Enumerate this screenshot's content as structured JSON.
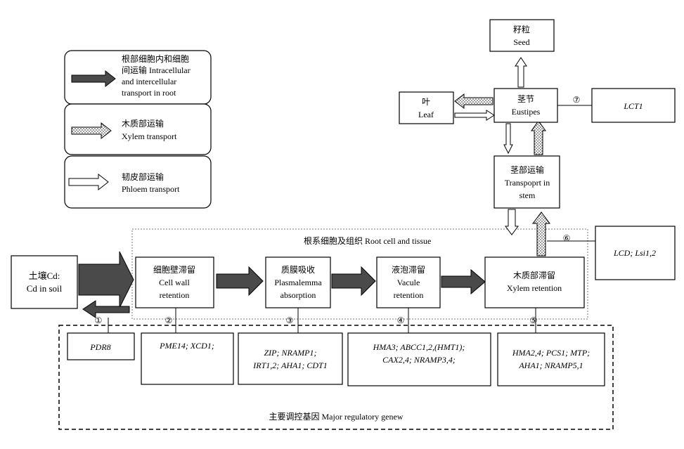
{
  "legend": {
    "intracellular": {
      "line1": "根部细胞内和细胞",
      "line2": "间运输 Intracellular",
      "line3": "and intercellular",
      "line4": "transport in root"
    },
    "xylem": {
      "line1": "木质部运输",
      "line2": "Xylem transport"
    },
    "phloem": {
      "line1": "韧皮部运输",
      "line2": "Phloem transport"
    }
  },
  "soil": {
    "line1": "土壤Cd:",
    "line2": "Cd in soil"
  },
  "root_region_label": "根系细胞及组织 Root cell and tissue",
  "stages": {
    "cell_wall": {
      "line1": "细胞壁滞留",
      "line2": "Cell wall",
      "line3": "retention"
    },
    "plasmalemma": {
      "line1": "质膜吸收",
      "line2": "Plasmalemma",
      "line3": "absorption"
    },
    "vacuole": {
      "line1": "液泡滞留",
      "line2": "Vacule",
      "line3": "retention"
    },
    "xylem_retention": {
      "line1": "木质部滞留",
      "line2": "Xylem retention"
    }
  },
  "upper": {
    "seed": {
      "line1": "籽粒",
      "line2": "Seed"
    },
    "leaf": {
      "line1": "叶",
      "line2": "Leaf"
    },
    "node": {
      "line1": "茎节",
      "line2": "Eustipes"
    },
    "stem": {
      "line1": "茎部运输",
      "line2": "Transpoprt in",
      "line3": "stem"
    }
  },
  "markers": [
    "①",
    "②",
    "③",
    "④",
    "⑤",
    "⑥",
    "⑦"
  ],
  "genes": {
    "g1": {
      "line1": "PDR8"
    },
    "g2": {
      "line1": "PME14; XCD1;"
    },
    "g3": {
      "line1": "ZIP; NRAMP1;",
      "line2": "IRT1,2; AHA1; CDT1"
    },
    "g4": {
      "line1": "HMA3; ABCC1,2,(HMT1);",
      "line2": "CAX2,4; NRAMP3,4;"
    },
    "g5": {
      "line1": "HMA2,4; PCS1; MTP;",
      "line2": "AHA1; NRAMP5,1"
    },
    "g6": {
      "line1": "LCD; Lsi1,2"
    },
    "g7": {
      "line1": "LCT1"
    }
  },
  "genes_region_label": "主要调控基因 Major regulatory genew"
}
